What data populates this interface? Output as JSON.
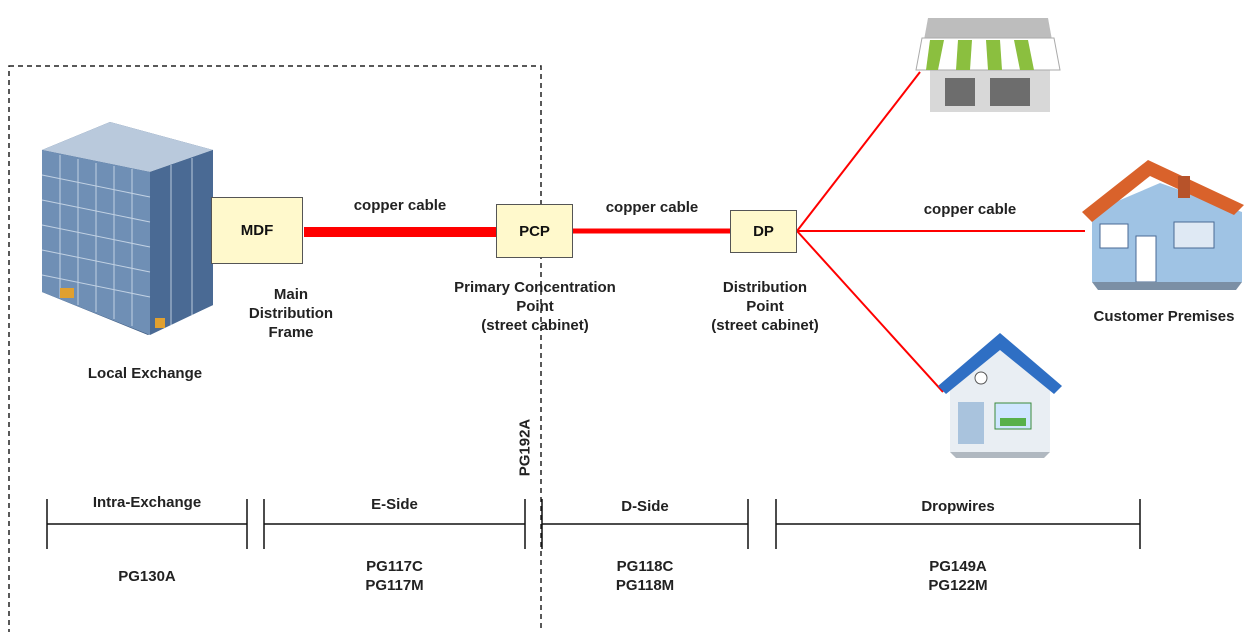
{
  "nodes": {
    "mdf": "MDF",
    "pcp": "PCP",
    "dp": "DP"
  },
  "cables": {
    "e_side": "copper cable",
    "d_side": "copper cable",
    "dropwire": "copper cable"
  },
  "labels": {
    "local_exchange": "Local Exchange",
    "mdf": [
      "Main",
      "Distribution",
      "Frame"
    ],
    "pcp": [
      "Primary Concentration",
      "Point",
      "(street cabinet)"
    ],
    "dp": [
      "Distribution",
      "Point",
      "(street cabinet)"
    ],
    "customer_premises": "Customer Premises",
    "boundary": "PG192A"
  },
  "segments": [
    {
      "name": "Intra-Exchange",
      "codes": [
        "PG130A"
      ]
    },
    {
      "name": "E-Side",
      "codes": [
        "PG117C",
        "PG117M"
      ]
    },
    {
      "name": "D-Side",
      "codes": [
        "PG118C",
        "PG118M"
      ]
    },
    {
      "name": "Dropwires",
      "codes": [
        "PG149A",
        "PG122M"
      ]
    }
  ],
  "colors": {
    "cable": "#ff0000",
    "box_fill": "#fff9cc",
    "building": "#5a7fa8",
    "roof_orange": "#d9622b",
    "roof_blue": "#2f6fc4",
    "awning_green": "#8bbf3f"
  }
}
